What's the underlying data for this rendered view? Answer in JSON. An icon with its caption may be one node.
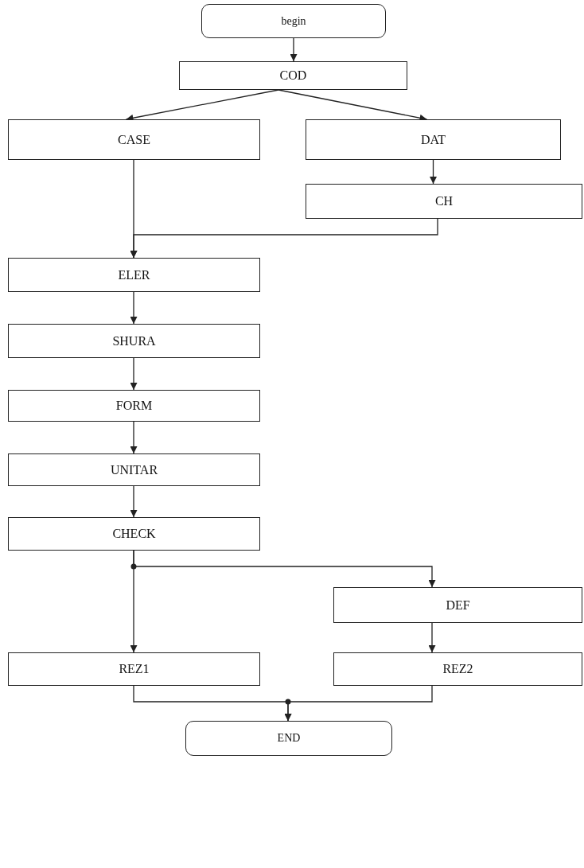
{
  "diagram": {
    "nodes": [
      {
        "text": [
          "begin"
        ]
      },
      {
        "text": [
          "COD"
        ]
      },
      {
        "text": [
          "CASE"
        ]
      },
      {
        "text": [
          "DAT"
        ]
      },
      {
        "text": [
          "CH"
        ]
      },
      {
        "text": [
          "ELER"
        ]
      },
      {
        "text": [
          "SHURA"
        ]
      },
      {
        "text": [
          "FORM"
        ]
      },
      {
        "text": [
          "UNITAR"
        ]
      },
      {
        "text": [
          "CHECK"
        ]
      },
      {
        "text": [
          "DEF"
        ]
      },
      {
        "text": [
          "REZ1"
        ]
      },
      {
        "text": [
          "REZ2"
        ]
      },
      {
        "text": [
          "END"
        ]
      }
    ],
    "edges": [
      {
        "from": 0,
        "to": 1,
        "arrow": "to"
      },
      {
        "from": 1,
        "to": 2,
        "arrow": "to"
      },
      {
        "from": 1,
        "to": 3,
        "arrow": "to"
      },
      {
        "from": 3,
        "to": 4,
        "arrow": "to"
      },
      {
        "from": 2,
        "to": 5,
        "arrow": "to"
      },
      {
        "from": 4,
        "to": 5,
        "arrow": "to"
      },
      {
        "from": 5,
        "to": 6,
        "arrow": "to"
      },
      {
        "from": 6,
        "to": 7,
        "arrow": "to"
      },
      {
        "from": 7,
        "to": 8,
        "arrow": "to"
      },
      {
        "from": 8,
        "to": 9,
        "arrow": "to"
      },
      {
        "from": 9,
        "to": 11,
        "arrow": "to"
      },
      {
        "from": 9,
        "to": 10,
        "arrow": "to"
      },
      {
        "from": 10,
        "to": 12,
        "arrow": "to"
      },
      {
        "from": 11,
        "to": 13,
        "arrow": "to"
      },
      {
        "from": 12,
        "to": 13,
        "arrow": "to"
      }
    ]
  }
}
